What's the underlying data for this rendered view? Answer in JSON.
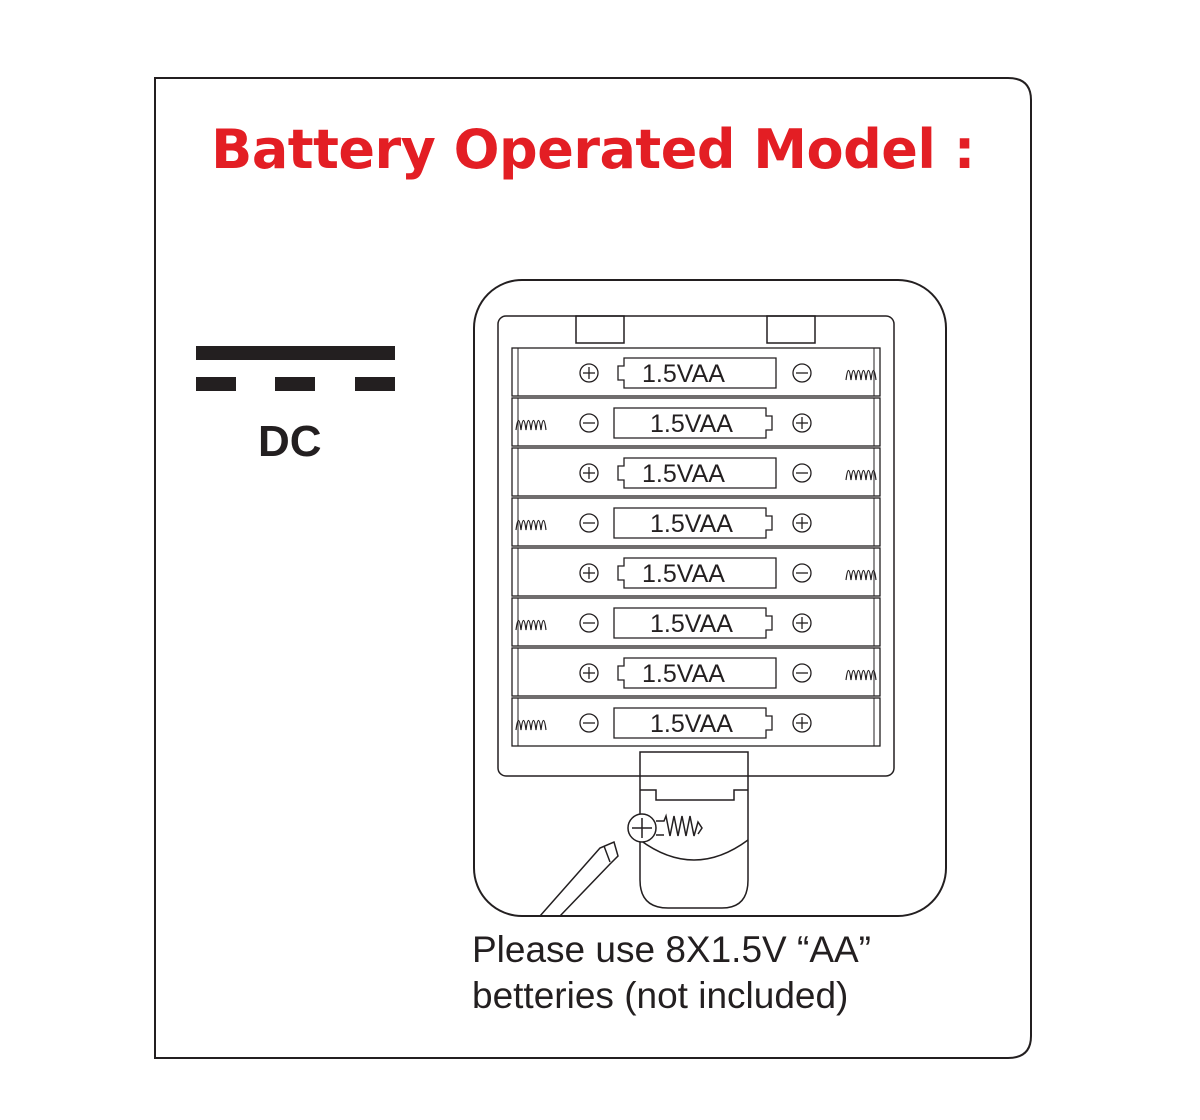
{
  "title": "Battery Operated Model :",
  "dc_symbol": {
    "label": "DC",
    "icon": "dc-symbol-icon"
  },
  "battery_compartment": {
    "cells": [
      {
        "label": "1.5VAA",
        "positive_side": "left"
      },
      {
        "label": "1.5VAA",
        "positive_side": "right"
      },
      {
        "label": "1.5VAA",
        "positive_side": "left"
      },
      {
        "label": "1.5VAA",
        "positive_side": "right"
      },
      {
        "label": "1.5VAA",
        "positive_side": "left"
      },
      {
        "label": "1.5VAA",
        "positive_side": "right"
      },
      {
        "label": "1.5VAA",
        "positive_side": "left"
      },
      {
        "label": "1.5VAA",
        "positive_side": "right"
      }
    ],
    "icons": [
      "spring-icon",
      "plus-icon",
      "minus-icon",
      "screw-icon",
      "screwdriver-icon"
    ]
  },
  "note": {
    "line1": "Please use 8X1.5V “AA”",
    "line2": "betteries (not included)"
  },
  "colors": {
    "title": "#e31e24",
    "ink": "#231f20",
    "frame": "#231f20"
  }
}
